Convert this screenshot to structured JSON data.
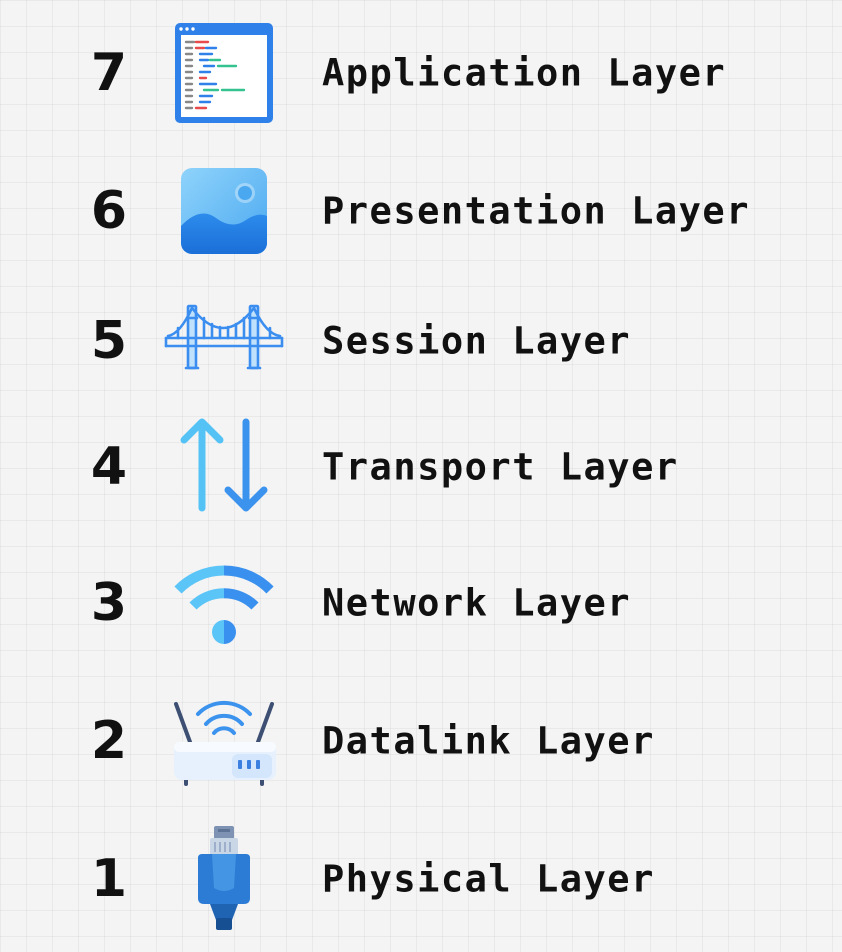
{
  "layers": [
    {
      "number": "7",
      "label": "Application Layer",
      "icon": "code-editor-icon"
    },
    {
      "number": "6",
      "label": "Presentation Layer",
      "icon": "image-icon"
    },
    {
      "number": "5",
      "label": "Session Layer",
      "icon": "bridge-icon"
    },
    {
      "number": "4",
      "label": "Transport Layer",
      "icon": "up-down-arrows-icon"
    },
    {
      "number": "3",
      "label": "Network Layer",
      "icon": "wifi-icon"
    },
    {
      "number": "2",
      "label": "Datalink Layer",
      "icon": "router-icon"
    },
    {
      "number": "1",
      "label": "Physical Layer",
      "icon": "ethernet-cable-icon"
    }
  ],
  "colors": {
    "text": "#111111",
    "background": "#f4f4f4",
    "blue": "#2f7fe8",
    "light_blue": "#5cc3f7"
  }
}
